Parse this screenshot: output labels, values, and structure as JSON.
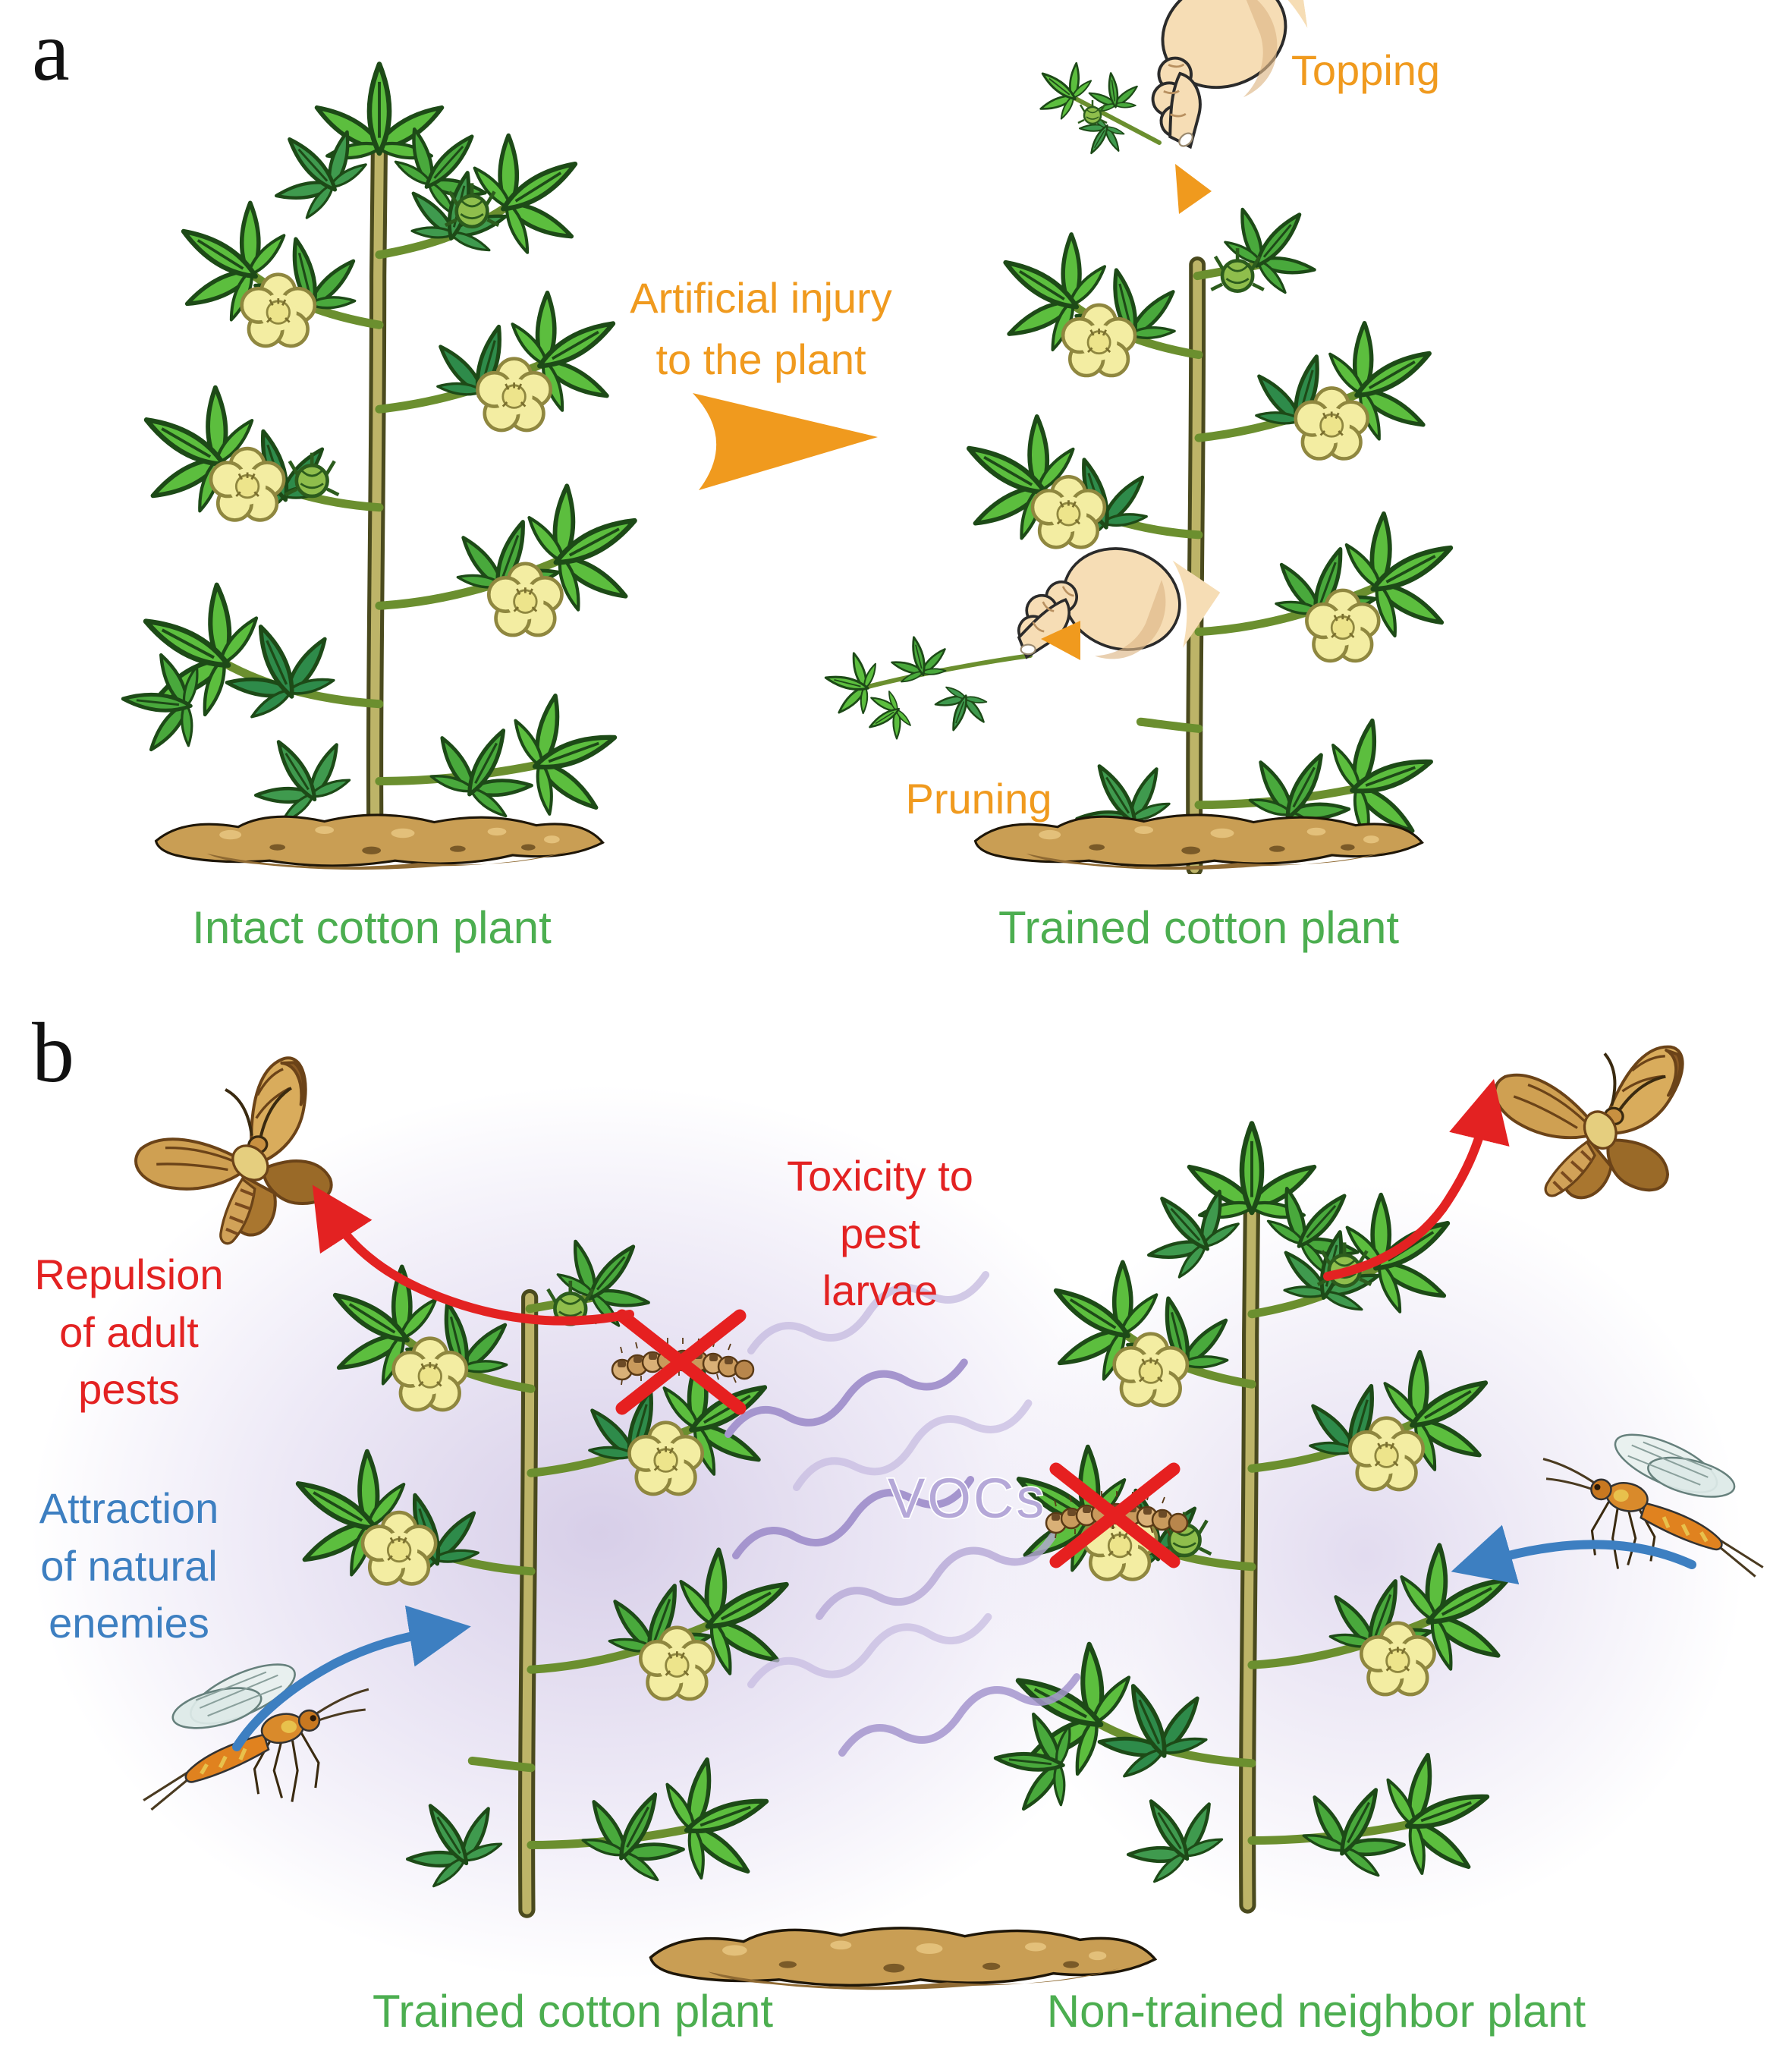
{
  "panel_a": {
    "label": "a",
    "artificial_injury_lines": [
      "Artificial injury",
      "to the plant"
    ],
    "topping_label": "Topping",
    "pruning_label": "Pruning",
    "intact_plant_caption": "Intact cotton plant",
    "trained_plant_caption": "Trained cotton plant"
  },
  "panel_b": {
    "label": "b",
    "repulsion_lines": [
      "Repulsion",
      "of adult",
      "pests"
    ],
    "toxicity_lines": [
      "Toxicity to",
      "pest",
      "larvae"
    ],
    "attraction_lines": [
      "Attraction",
      "of natural",
      "enemies"
    ],
    "vocs_label": "VOCs",
    "trained_plant_caption": "Trained cotton plant",
    "neighbor_plant_caption": "Non-trained neighbor plant"
  },
  "colors": {
    "orange": "#F09A1E",
    "caption_green": "#4CAE50",
    "red": "#E32222",
    "blue": "#3D7FC1",
    "voc_wave_purple": "#A595CE",
    "voc_text_purple": "#B5A8D8",
    "leaf_green": "#5CBE3E",
    "soil_brown": "#C99E54"
  }
}
